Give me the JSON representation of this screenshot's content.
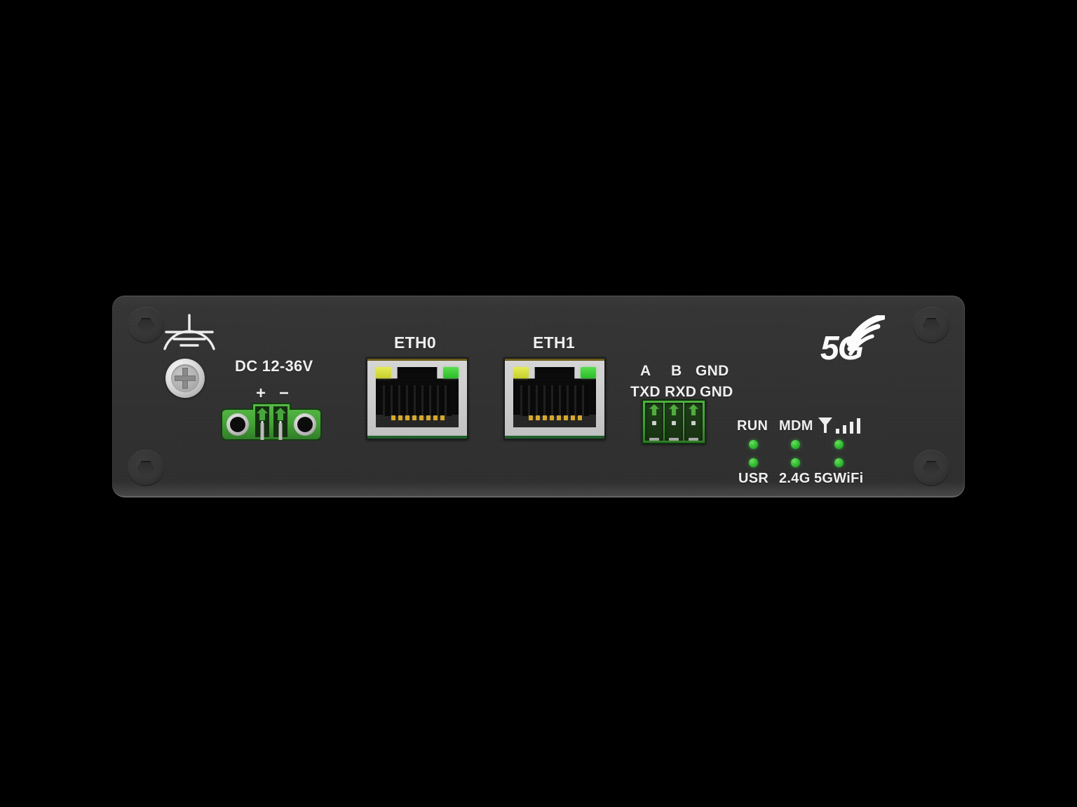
{
  "device": {
    "type": "industrial-5g-router-front-panel",
    "panel_color": "#313131",
    "accent_green": "#4fb23f",
    "led_green": "#35c335"
  },
  "ground": {
    "symbol_name": "protective-earth-symbol",
    "screw_name": "ground-screw"
  },
  "power": {
    "voltage_label": "DC 12-36V",
    "positive_label": "+",
    "negative_label": "−",
    "connector_name": "power-terminal-2pin"
  },
  "ethernet": {
    "ports": [
      {
        "label": "ETH0",
        "led_left_color": "#d4dd33",
        "led_right_color": "#3ccc3c"
      },
      {
        "label": "ETH1",
        "led_left_color": "#d4dd33",
        "led_right_color": "#3ccc3c"
      }
    ]
  },
  "serial": {
    "row_rs485": [
      "A",
      "B",
      "GND"
    ],
    "row_rs232": [
      "TXD",
      "RXD",
      "GND"
    ],
    "connector_name": "serial-terminal-3pin"
  },
  "leds": {
    "top_labels": [
      "RUN",
      "MDM"
    ],
    "signal_icon": "signal-bars-icon",
    "bottom_labels": [
      "USR",
      "2.4G",
      "5GWiFi"
    ],
    "indicators": [
      {
        "name": "run-led",
        "state": "on",
        "color": "#35c335"
      },
      {
        "name": "mdm-led",
        "state": "on",
        "color": "#35c335"
      },
      {
        "name": "signal-led",
        "state": "on",
        "color": "#35c335"
      },
      {
        "name": "usr-led",
        "state": "on",
        "color": "#35c335"
      },
      {
        "name": "wifi-24g-led",
        "state": "on",
        "color": "#35c335"
      },
      {
        "name": "wifi-5g-led",
        "state": "on",
        "color": "#35c335"
      }
    ]
  },
  "logo": {
    "text": "5G",
    "icon": "signal-waves-icon",
    "color": "#ffffff"
  },
  "screws": {
    "corner_name": "hex-socket-screw",
    "count": 4
  }
}
